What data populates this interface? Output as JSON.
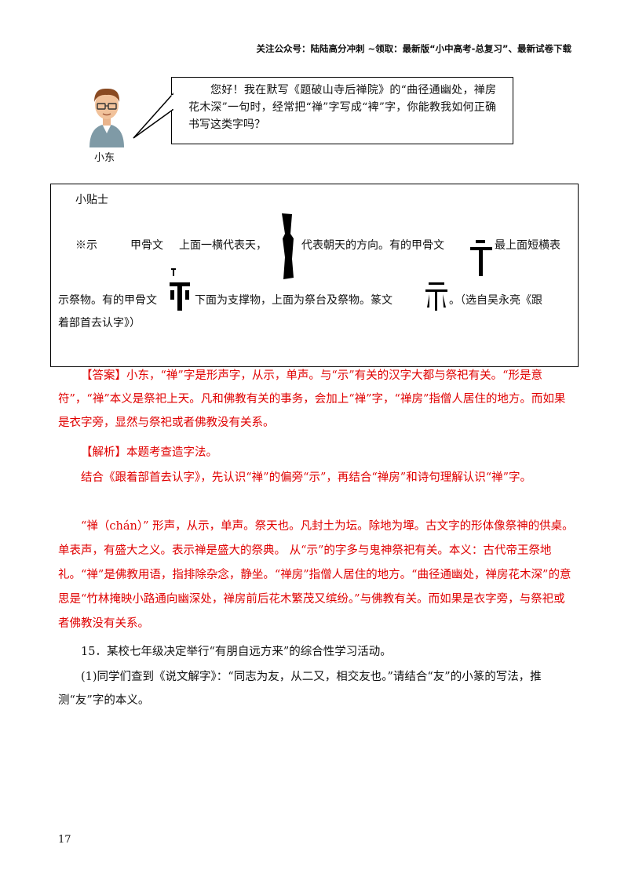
{
  "header": {
    "text": "关注公众号：陆陆高分冲刺  ~领取：最新版“小中高考-总复习”、最新试卷下载"
  },
  "dialog": {
    "name": "小东",
    "text": "您好！我在默写《题破山寺后禅院》的“曲径通幽处，禅房花木深”一句时，经常把“禅”字写成“裨”字，你能教我如何正确书写这类字吗？"
  },
  "tips": {
    "title": "小贴士",
    "l1_a": "※示",
    "l1_b": "甲骨文",
    "l1_c": "上面一横代表天，",
    "l1_d": "代表朝天的方向。有的甲骨文",
    "l1_e": "最上面短横表",
    "l2_a": "示祭物。有的甲骨文",
    "l2_b": "下面为支撑物，上面为祭台及祭物。篆文",
    "l2_c": "。（选自吴永亮《跟",
    "l3": "着部首去认字》）"
  },
  "answer": {
    "tag": "【答案】",
    "text": "小东，“禅”字是形声字，从示，单声。与“示”有关的汉字大都与祭祀有关。“形是意符”，“禅”本义是祭祀上天。凡和佛教有关的事务，会加上“禅”字，“禅房”指僧人居住的地方。而如果是衣字旁，显然与祭祀或者佛教没有关系。"
  },
  "analysis": {
    "tag": "【解析】",
    "title": "本题考查造字法。",
    "p1": "结合《跟着部首去认字》，先认识“禅”的偏旁“示”，再结合“禅房”和诗句理解认识“禅”字。",
    "p2": "“禅（chán）” 形声，从示，单声。祭天也。凡封土为坛。除地为墠。古文字的形体像祭神的供桌。单表声，有盛大之义。表示禅是盛大的祭典。 从“示”的字多与鬼神祭祀有关。本义：古代帝王祭地礼。“禅”是佛教用语，指排除杂念，静坐。“禅房”指僧人居住的地方。“曲径通幽处，禅房花木深”的意思是“竹林掩映小路通向幽深处，禅房前后花木繁茂又缤纷。”与佛教有关。而如果是衣字旁，与祭祀或者佛教没有关系。"
  },
  "question": {
    "q15": "15．某校七年级决定举行“有朋自远方来”的综合性学习活动。",
    "q1": "(1)同学们查到《说文解字》：“同志为友，从二又，相交友也。”请结合“友”的小篆的写法，推测“友”字的本义。"
  },
  "page_number": "17"
}
